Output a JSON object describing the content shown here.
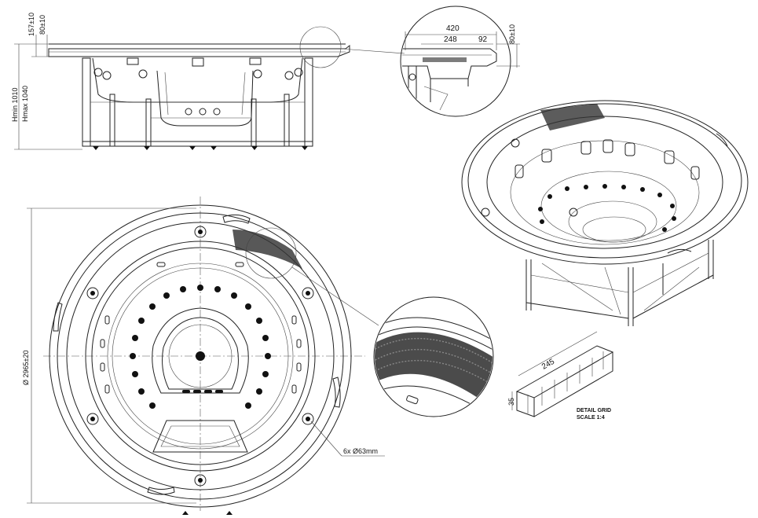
{
  "side_view": {
    "height_top": "157±10",
    "height_rim": "80±10",
    "hmin": "Hmin 1010",
    "hmax": "Hmax 1040"
  },
  "detail_section": {
    "width_total": "420",
    "width_inner": "248",
    "width_lip": "92",
    "height": "80±10"
  },
  "plan_view": {
    "diameter": "Ø 2965±20",
    "pillow_note": "6x Ø63mm"
  },
  "detail_grid": {
    "length": "245",
    "height": "35",
    "title": "DETAIL GRID",
    "scale": "SCALE 1:4"
  }
}
